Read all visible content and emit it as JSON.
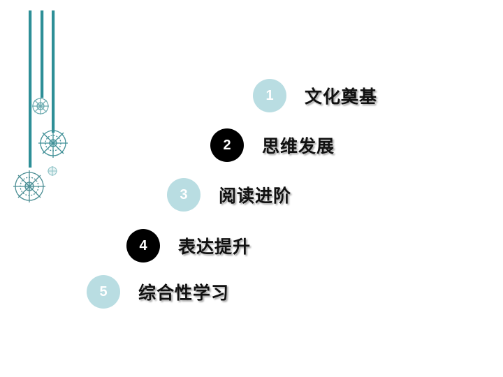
{
  "colors": {
    "circle_light": "#b9dde2",
    "circle_dark": "#000000",
    "accent_teal": "#3a9aa1"
  },
  "decoration": {
    "icon": "hanging-snowflake-ornaments"
  },
  "items": [
    {
      "number": "1",
      "label": "文化奠基",
      "style": "light"
    },
    {
      "number": "2",
      "label": "思维发展",
      "style": "dark"
    },
    {
      "number": "3",
      "label": "阅读进阶",
      "style": "light"
    },
    {
      "number": "4",
      "label": "表达提升",
      "style": "dark"
    },
    {
      "number": "5",
      "label": "综合性学习",
      "style": "light"
    }
  ]
}
